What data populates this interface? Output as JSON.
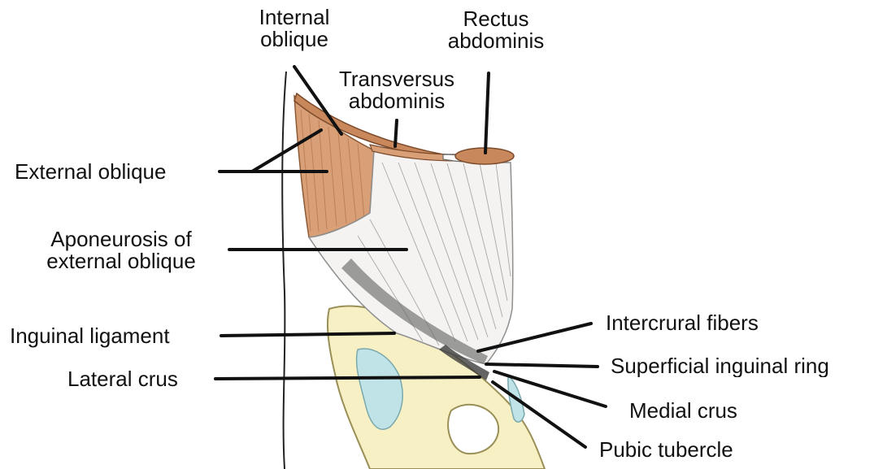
{
  "colors": {
    "muscle": "#d9a078",
    "muscle_dark": "#b8774e",
    "bone": "#f7f0c4",
    "bone_stroke": "#9a8f56",
    "cartilage": "#bfe3e6",
    "aponeurosis": "#f4f3f1",
    "line": "#111111"
  },
  "labels": {
    "internal_oblique": [
      "Internal",
      "oblique"
    ],
    "rectus_abdominis": [
      "Rectus",
      "abdominis"
    ],
    "transversus_abdominis": [
      "Transversus",
      "abdominis"
    ],
    "external_oblique": "External oblique",
    "aponeurosis_external_oblique": [
      "Aponeurosis of",
      "external oblique"
    ],
    "inguinal_ligament": "Inguinal ligament",
    "lateral_crus": "Lateral crus",
    "intercrural_fibers": "Intercrural fibers",
    "superficial_inguinal_ring": "Superficial inguinal ring",
    "medial_crus": "Medial crus",
    "pubic_tubercle": "Pubic tubercle"
  }
}
